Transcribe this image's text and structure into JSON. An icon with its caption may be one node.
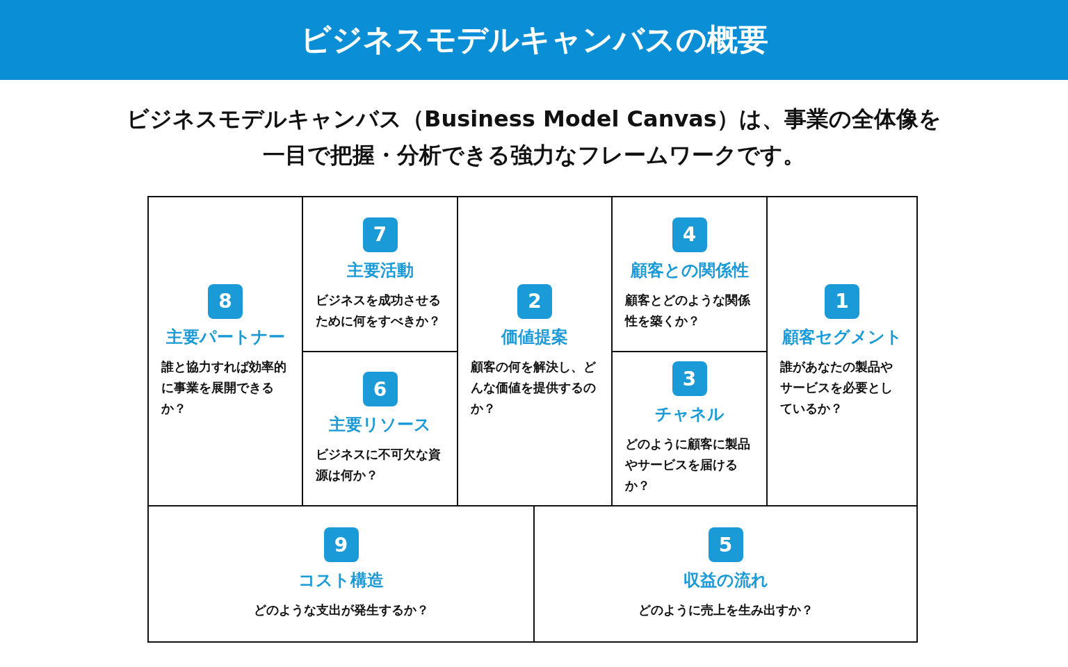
{
  "diagram": {
    "title": "ビジネスモデルキャンバスの概要",
    "nodes": [
      {
        "text": [
          "主要パートナー",
          "誰と協力すれば効率的に事業を展開できるか？"
        ]
      },
      {
        "text": [
          "8"
        ],
        "in": 0
      },
      {
        "text": [
          "主要活動",
          "ビジネスを成功させるために何をすべきか？"
        ]
      },
      {
        "text": [
          "7"
        ],
        "in": 2
      },
      {
        "text": [
          "主要リソース",
          "ビジネスに不可欠な資源は何か？"
        ]
      },
      {
        "text": [
          "6"
        ],
        "in": 4
      },
      {
        "text": [
          "価値提案",
          "顧客の何を解決し、どんな価値を提供するのか？"
        ]
      },
      {
        "text": [
          "2"
        ],
        "in": 6
      },
      {
        "text": [
          "顧客との関係性",
          "顧客とどのような関係性を築くか？"
        ]
      },
      {
        "text": [
          "4"
        ],
        "in": 8
      },
      {
        "text": [
          "チャネル",
          "どのように顧客に製品やサービスを届けるか？"
        ]
      },
      {
        "text": [
          "3"
        ],
        "in": 10
      },
      {
        "text": [
          "顧客セグメント",
          "誰があなたの製品やサービスを必要としているか？"
        ]
      },
      {
        "text": [
          "1"
        ],
        "in": 12
      },
      {
        "text": [
          "コスト構造",
          "どのような支出が発生するか？"
        ]
      },
      {
        "text": [
          "9"
        ],
        "in": 14
      },
      {
        "text": [
          "収益の流れ",
          "どのように売上を生み出すか？"
        ]
      },
      {
        "text": [
          "5"
        ],
        "in": 16
      }
    ],
    "edges": [],
    "labels": [
      "ビジネスモデルキャンバス（Business Model Canvas）は、事業の全体像を一目で把握・分析できる強力なフレームワークです。"
    ]
  }
}
